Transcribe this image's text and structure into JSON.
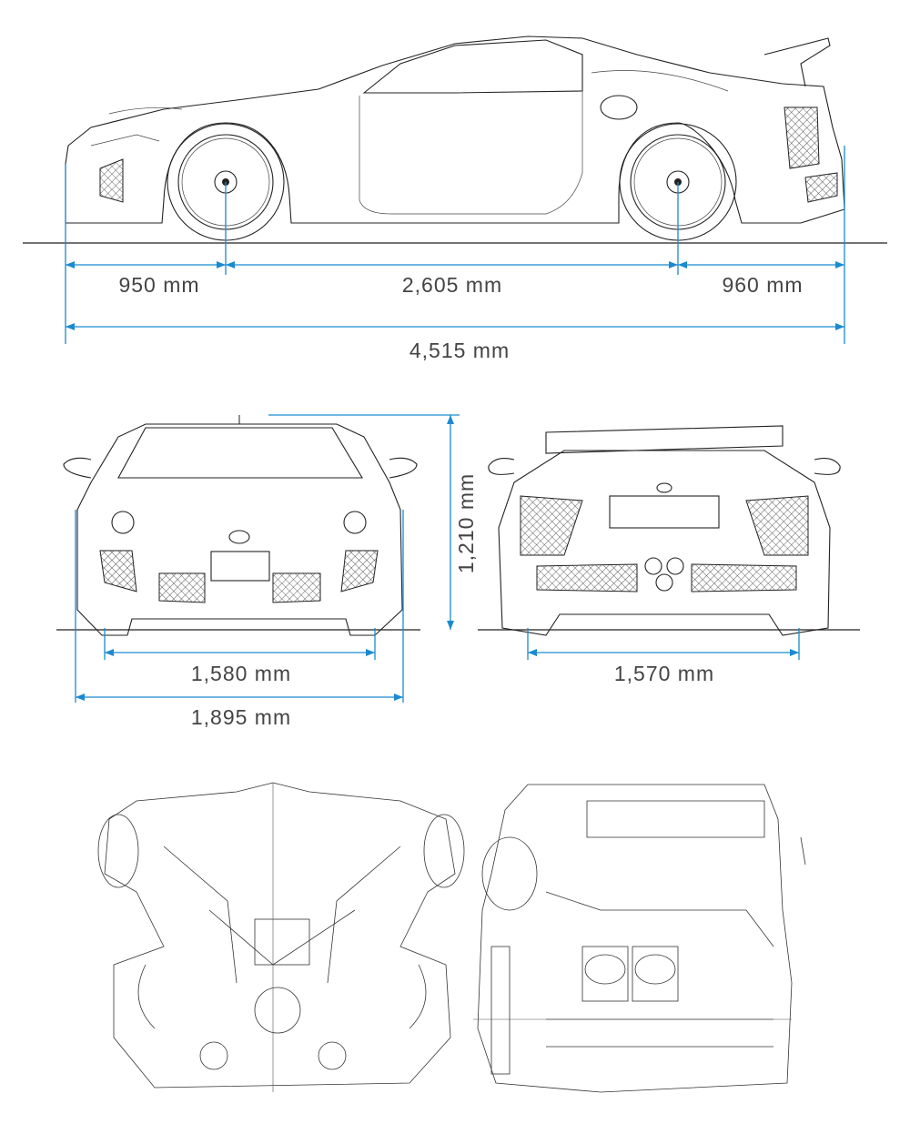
{
  "dimensions": {
    "front_overhang": "950 mm",
    "wheelbase": "2,605 mm",
    "rear_overhang": "960 mm",
    "length": "4,515 mm",
    "height": "1,210 mm",
    "front_track": "1,580 mm",
    "width": "1,895 mm",
    "rear_track": "1,570 mm"
  },
  "colors": {
    "dimension_line": "#1a8ad0",
    "label_text": "#444444",
    "drawing_line": "#222222"
  }
}
